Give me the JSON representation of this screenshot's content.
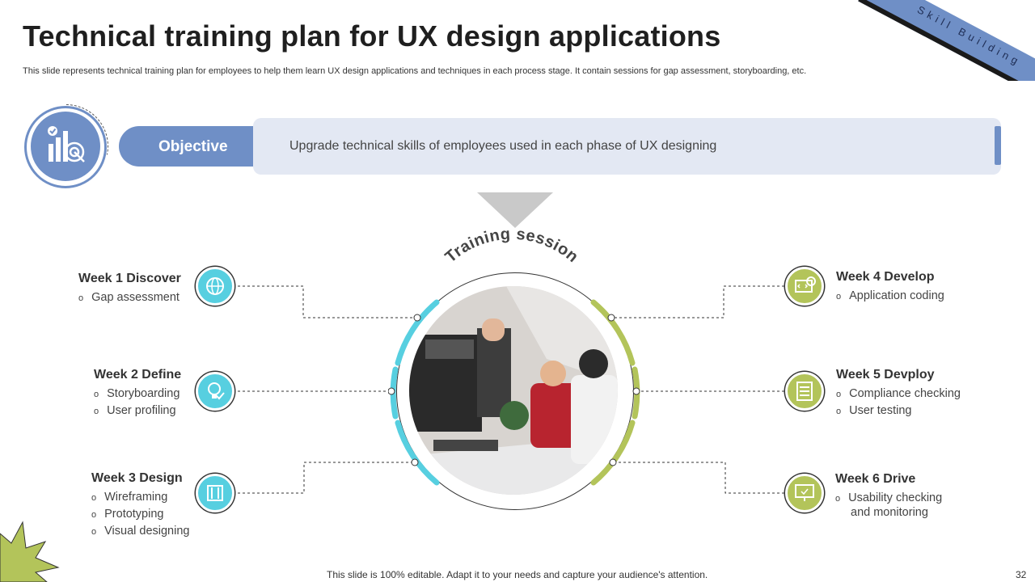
{
  "header": {
    "title": "Technical training plan for UX design applications",
    "subtitle": "This slide represents technical training plan for employees to help them learn UX design applications and techniques in each process stage. It contain sessions for gap assessment, storyboarding, etc."
  },
  "corner_ribbon": {
    "text": "Skill Building"
  },
  "objective": {
    "label": "Objective",
    "text": "Upgrade technical skills of employees used in each phase of UX designing",
    "icon": "chart-target-icon"
  },
  "center": {
    "title": "Training session"
  },
  "weeks_left": [
    {
      "title": "Week 1 Discover",
      "items": [
        "Gap assessment"
      ],
      "icon": "globe-icon"
    },
    {
      "title": "Week 2 Define",
      "items": [
        "Storyboarding",
        "User profiling"
      ],
      "icon": "lightbulb-gear-icon"
    },
    {
      "title": "Week 3 Design",
      "items": [
        "Wireframing",
        "Prototyping",
        "Visual designing"
      ],
      "icon": "design-tools-icon"
    }
  ],
  "weeks_right": [
    {
      "title": "Week 4 Develop",
      "items": [
        "Application coding"
      ],
      "icon": "code-gear-icon"
    },
    {
      "title": "Week 5 Devploy",
      "items": [
        "Compliance checking",
        "User testing"
      ],
      "icon": "checklist-icon"
    },
    {
      "title": "Week 6 Drive",
      "items": [
        "Usability checking",
        "and monitoring"
      ],
      "icon": "monitor-hand-icon"
    }
  ],
  "colors": {
    "accent_blue": "#6f8fc6",
    "cyan": "#57cfe0",
    "green": "#b3c45a"
  },
  "footer": {
    "text": "This slide is 100% editable. Adapt it to your needs and capture your audience's attention.",
    "page": "32"
  }
}
